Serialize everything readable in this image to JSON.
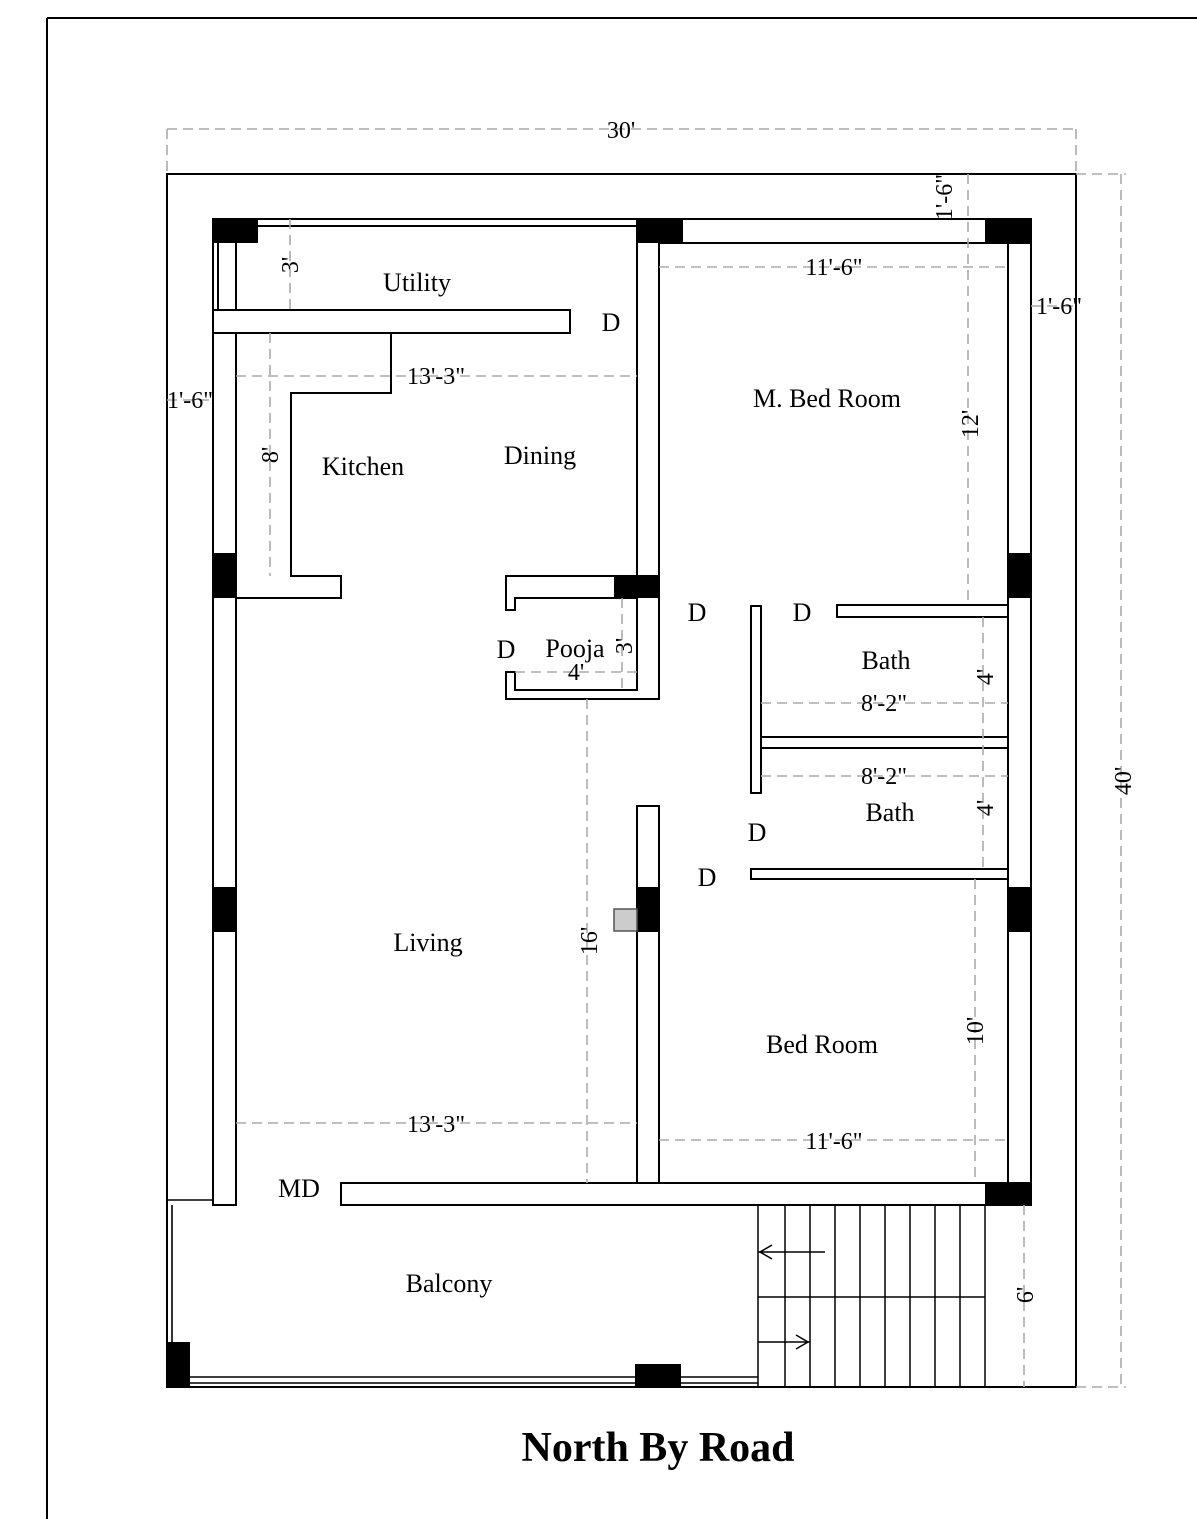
{
  "title": "North By Road",
  "rooms": {
    "utility": "Utility",
    "kitchen": "Kitchen",
    "dining": "Dining",
    "pooja": "Pooja",
    "master_bedroom": "M. Bed Room",
    "bath1": "Bath",
    "bath2": "Bath",
    "living": "Living",
    "bedroom": "Bed Room",
    "balcony": "Balcony"
  },
  "doors": {
    "door": "D",
    "main_door": "MD"
  },
  "dimensions": {
    "plot_width": "30'",
    "plot_depth": "40'",
    "setback_top": "1'-6\"",
    "setback_right": "1'-6\"",
    "setback_left": "1'-6\"",
    "utility_depth": "3'",
    "kitchen_depth": "8'",
    "dining_width": "13'-3\"",
    "living_width": "13'-3\"",
    "living_depth": "16'",
    "pooja_width": "4'",
    "pooja_depth": "3'",
    "mbed_width": "11'-6\"",
    "mbed_depth": "12'",
    "bath1_width": "8'-2\"",
    "bath2_width": "8'-2\"",
    "bath1_depth": "4'",
    "bath2_depth": "4'",
    "bed_width": "11'-6\"",
    "bed_depth": "10'",
    "balcony_depth": "6'"
  }
}
